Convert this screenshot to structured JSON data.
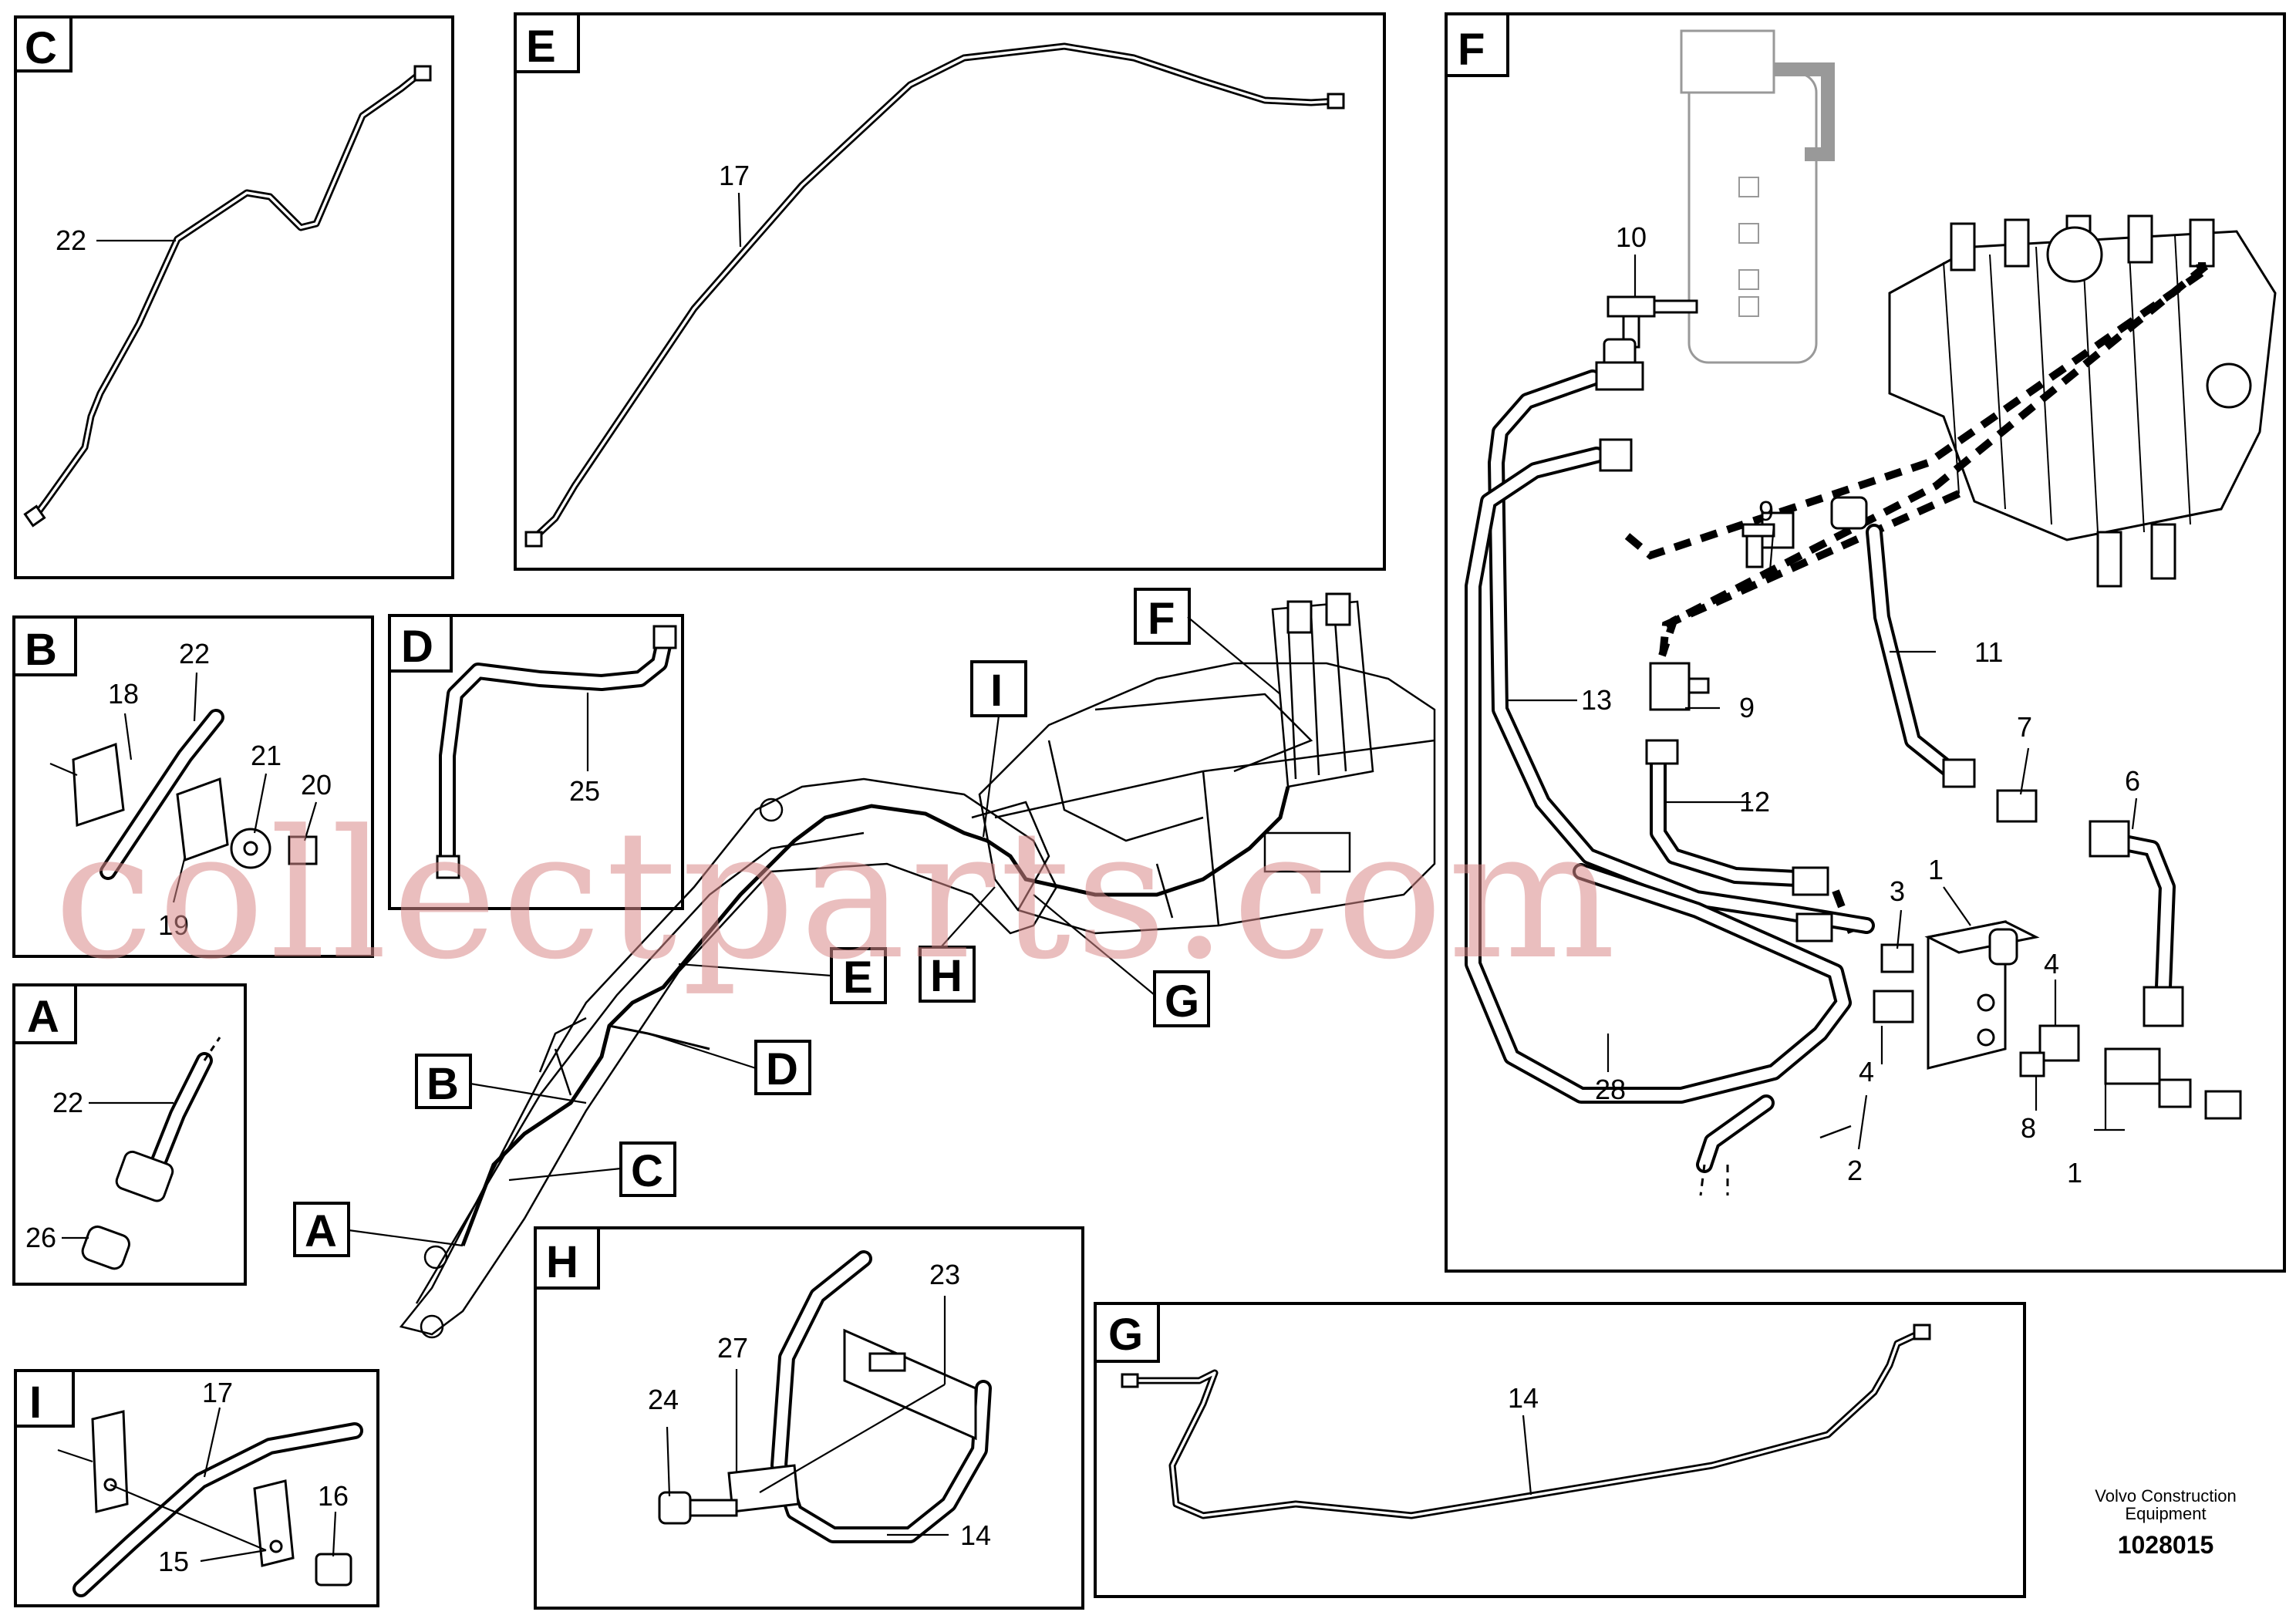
{
  "panels": {
    "C": {
      "tag": "C",
      "callouts": [
        "22"
      ]
    },
    "E": {
      "tag": "E",
      "callouts": [
        "17"
      ]
    },
    "F": {
      "tag": "F",
      "callouts": [
        "10",
        "9",
        "9",
        "11",
        "13",
        "12",
        "7",
        "6",
        "1",
        "3",
        "4",
        "4",
        "8",
        "2",
        "1",
        "28"
      ]
    },
    "B": {
      "tag": "B",
      "callouts": [
        "22",
        "18",
        "21",
        "20",
        "19"
      ]
    },
    "D": {
      "tag": "D",
      "callouts": [
        "25"
      ]
    },
    "A": {
      "tag": "A",
      "callouts": [
        "22",
        "26"
      ]
    },
    "I": {
      "tag": "I",
      "callouts": [
        "17",
        "16",
        "15"
      ]
    },
    "H": {
      "tag": "H",
      "callouts": [
        "23",
        "27",
        "24",
        "14"
      ]
    },
    "G": {
      "tag": "G",
      "callouts": [
        "14"
      ]
    }
  },
  "overview_tags": [
    "F",
    "I",
    "E",
    "H",
    "G",
    "D",
    "B",
    "C",
    "A"
  ],
  "watermark": "collectparts.com",
  "caption": {
    "line1": "Volvo Construction",
    "line2": "Equipment",
    "doc_number": "1028015"
  },
  "icons": [
    "pipe",
    "hose",
    "union-fitting",
    "tee-fitting",
    "clamp",
    "bolt",
    "valve-block",
    "control-valve",
    "filter-housing",
    "excavator-boom"
  ]
}
